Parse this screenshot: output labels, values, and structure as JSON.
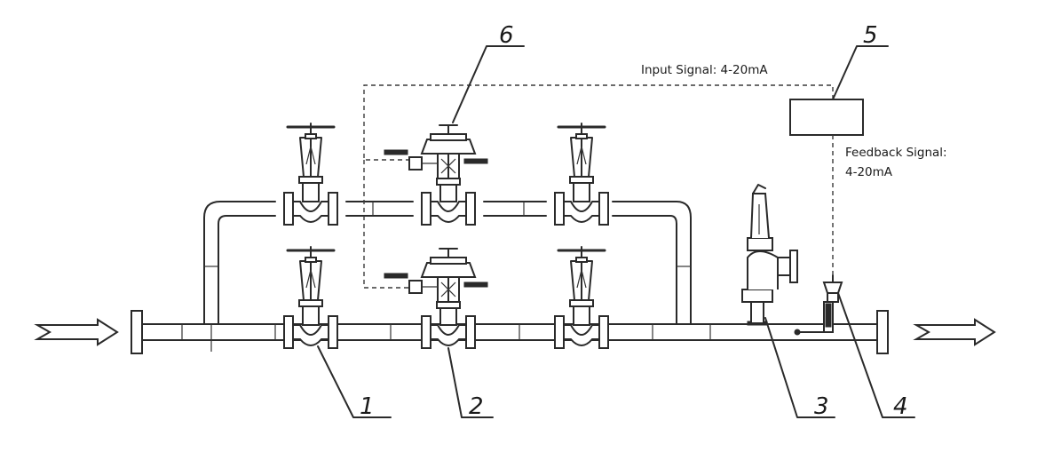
{
  "labels": {
    "input_signal": "Input Signal: 4-20mA",
    "feedback_signal_line1": "Feedback Signal:",
    "feedback_signal_line2": "4-20mA"
  },
  "callouts": [
    {
      "id": "1",
      "text": "1"
    },
    {
      "id": "2",
      "text": "2"
    },
    {
      "id": "3",
      "text": "3"
    },
    {
      "id": "4",
      "text": "4"
    },
    {
      "id": "5",
      "text": "5"
    },
    {
      "id": "6",
      "text": "6"
    }
  ],
  "icons": [
    "inlet-arrow-icon",
    "outlet-arrow-icon",
    "gate-valve-icon",
    "control-valve-icon",
    "safety-valve-icon",
    "transmitter-icon",
    "controller-box-icon"
  ]
}
